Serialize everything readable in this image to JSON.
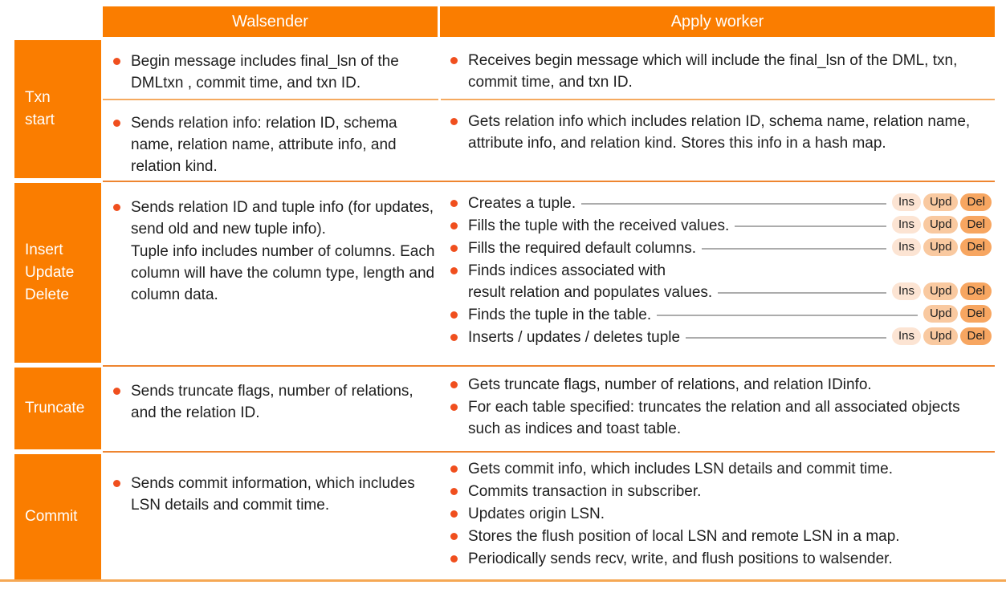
{
  "colors": {
    "orange": "#FA7D00",
    "bullet": "#F04F1E",
    "divider_major": "#EE8530",
    "divider_minor": "#F5AA60",
    "connector_gray": "#ACACAC",
    "bottom_line": "#F5A854",
    "badge_ins_bg": "#FCE4D3",
    "badge_upd_bg": "#F9C9A0",
    "badge_del_bg": "#F7A661"
  },
  "header": {
    "walsender": "Walsender",
    "apply_worker": "Apply worker"
  },
  "badges": {
    "ins": "Ins",
    "upd": "Upd",
    "del": "Del"
  },
  "rows": {
    "txn_start": {
      "label_lines": [
        "Txn",
        "start"
      ],
      "walsender": {
        "item1": "Begin message includes final_lsn of the DMLtxn , commit time, and txn ID.",
        "item2": "Sends relation info: relation ID, schema name, relation name, attribute info, and relation kind."
      },
      "apply": {
        "item1": "Receives begin message which will include the final_lsn of the DML, txn, commit time, and txn ID.",
        "item2": "Gets relation info which includes relation ID, schema name, relation name, attribute info, and relation kind. Stores this info in a hash map."
      }
    },
    "insert_update_delete": {
      "label_lines": [
        "Insert",
        "Update",
        "Delete"
      ],
      "walsender": {
        "item1": "Sends relation ID and tuple info (for updates, send old and new tuple info).",
        "item2": "Tuple info includes number of columns. Each column will have the column type, length and column data."
      },
      "apply": {
        "item1": "Creates a tuple.",
        "item2": "Fills the tuple with the received values.",
        "item3": "Fills the required default columns.",
        "item4_line1": "Finds indices associated with",
        "item4_line2": "result relation and populates values.",
        "item5": "Finds the tuple in the table.",
        "item6": "Inserts / updates / deletes tuple"
      }
    },
    "truncate": {
      "label": "Truncate",
      "walsender": {
        "item1": "Sends truncate flags, number of relations, and the relation ID."
      },
      "apply": {
        "item1": "Gets truncate flags, number of relations, and relation IDinfo.",
        "item2": "For each table specified: truncates the relation and all associated objects such as indices and toast table."
      }
    },
    "commit": {
      "label": "Commit",
      "walsender": {
        "item1": "Sends commit information, which includes LSN details and commit time."
      },
      "apply": {
        "item1": "Gets commit info, which includes LSN details and commit time.",
        "item2": "Commits transaction in subscriber.",
        "item3": "Updates origin LSN.",
        "item4": "Stores the flush position of local LSN and remote LSN in a map.",
        "item5": "Periodically sends recv, write, and flush positions to walsender."
      }
    }
  }
}
